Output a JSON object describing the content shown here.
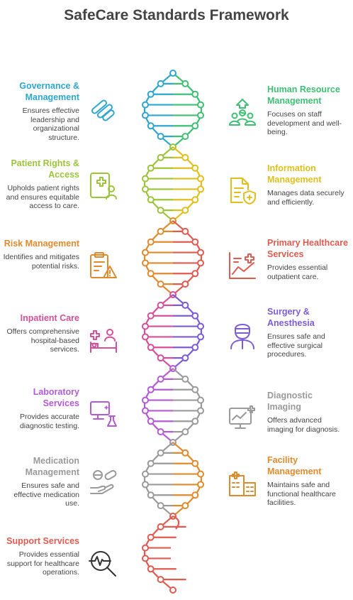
{
  "title": "SafeCare Standards Framework",
  "colors": {
    "blue": "#2ea6cf",
    "green": "#3ebf73",
    "olive": "#9cc43a",
    "yellow": "#e0bf1c",
    "orange": "#e08a2e",
    "red": "#e05a4f",
    "pink": "#d64f9a",
    "purple": "#7b5cd6",
    "violet": "#b35ad6",
    "gray": "#9a9a9a"
  },
  "items": [
    {
      "side": "left",
      "title": "Governance & Management",
      "desc": "Ensures effective leadership and organizational structure.",
      "color": "#2ea6cf",
      "icon": "pills-icon"
    },
    {
      "side": "right",
      "title": "Human Resource Management",
      "desc": "Focuses on staff development and well-being.",
      "color": "#3ebf73",
      "icon": "team-growth-icon"
    },
    {
      "side": "left",
      "title": "Patient Rights & Access",
      "desc": "Upholds patient rights and ensures equitable access to care.",
      "color": "#9cc43a",
      "icon": "patient-card-icon"
    },
    {
      "side": "right",
      "title": "Information Management",
      "desc": "Manages data securely and efficiently.",
      "color": "#e0bf1c",
      "icon": "secure-document-icon"
    },
    {
      "side": "left",
      "title": "Risk Management",
      "desc": "Identifies and mitigates potential risks.",
      "color": "#e08a2e",
      "icon": "risk-clipboard-icon"
    },
    {
      "side": "right",
      "title": "Primary Healthcare Services",
      "desc": "Provides essential outpatient care.",
      "color": "#e05a4f",
      "icon": "health-chart-icon"
    },
    {
      "side": "left",
      "title": "Inpatient Care",
      "desc": "Offers comprehensive hospital-based services.",
      "color": "#d64f9a",
      "icon": "hospital-bed-icon"
    },
    {
      "side": "right",
      "title": "Surgery & Anesthesia",
      "desc": "Ensures safe and effective surgical procedures.",
      "color": "#7b5cd6",
      "icon": "surgeon-icon"
    },
    {
      "side": "left",
      "title": "Laboratory Services",
      "desc": "Provides accurate diagnostic testing.",
      "color": "#b35ad6",
      "icon": "lab-monitor-icon"
    },
    {
      "side": "right",
      "title": "Diagnostic Imaging",
      "desc": "Offers advanced imaging for diagnosis.",
      "color": "#9a9a9a",
      "icon": "imaging-monitor-icon"
    },
    {
      "side": "left",
      "title": "Medication Management",
      "desc": "Ensures safe and effective medication use.",
      "color": "#9a9a9a",
      "icon": "medication-hand-icon"
    },
    {
      "side": "right",
      "title": "Facility Management",
      "desc": "Maintains safe and functional healthcare facilities.",
      "color": "#e08a2e",
      "icon": "hospital-building-icon"
    },
    {
      "side": "left",
      "title": "Support Services",
      "desc": "Provides essential support for healthcare operations.",
      "color": "#e05a4f",
      "icon": "search-pulse-icon"
    }
  ],
  "helix": {
    "segments": [
      {
        "leftColor": "#2ea6cf",
        "rightColor": "#3ebf73"
      },
      {
        "leftColor": "#9cc43a",
        "rightColor": "#e0bf1c"
      },
      {
        "leftColor": "#e08a2e",
        "rightColor": "#e05a4f"
      },
      {
        "leftColor": "#d64f9a",
        "rightColor": "#7b5cd6"
      },
      {
        "leftColor": "#b35ad6",
        "rightColor": "#9a9a9a"
      },
      {
        "leftColor": "#9a9a9a",
        "rightColor": "#e08a2e"
      },
      {
        "leftColor": "#e05a4f",
        "rightColor": "#e05a4f"
      }
    ]
  }
}
